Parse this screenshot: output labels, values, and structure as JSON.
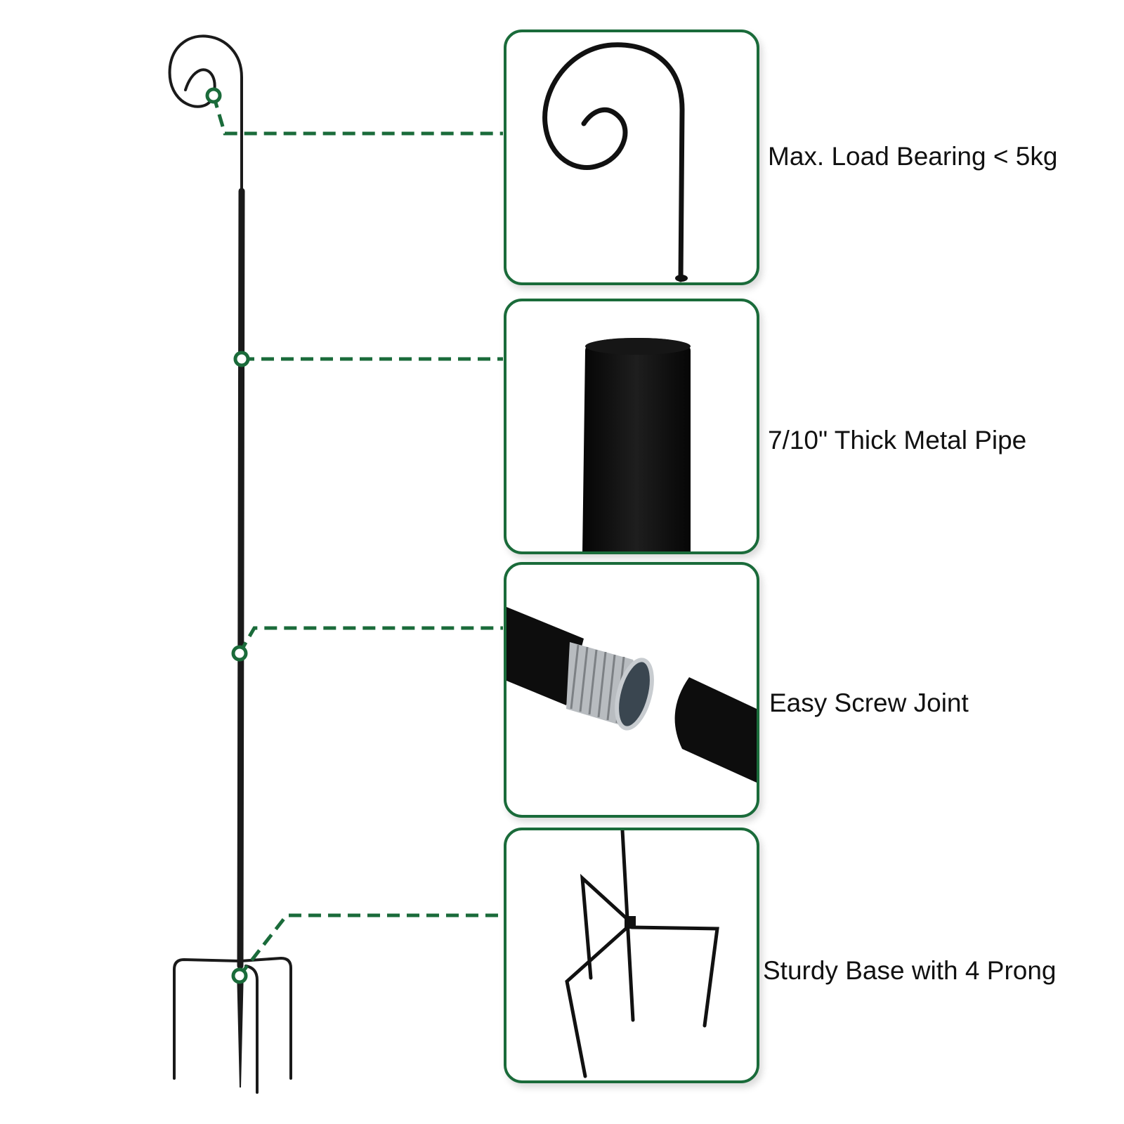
{
  "features": [
    {
      "label": "Max. Load Bearing < 5kg",
      "icon": "hook-icon"
    },
    {
      "label": "7/10\" Thick Metal Pipe",
      "icon": "pipe-icon"
    },
    {
      "label": "Easy Screw Joint",
      "icon": "screw-joint-icon"
    },
    {
      "label": "Sturdy Base with 4 Prong",
      "icon": "prong-base-icon"
    }
  ],
  "colors": {
    "accent": "#1a6b3a",
    "metal": "#1a1a1a"
  }
}
